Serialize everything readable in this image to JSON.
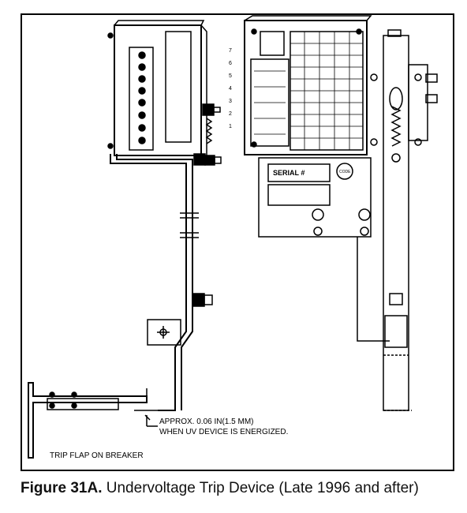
{
  "figure": {
    "number": "Figure 31A.",
    "title": "Undervoltage Trip Device (Late 1996 and after)"
  },
  "labels": {
    "serial": "SERIAL #",
    "code": "CODE",
    "approx_line1": "APPROX. 0.06 IN(1.5 MM)",
    "approx_line2": "WHEN UV DEVICE IS ENERGIZED.",
    "trip_flap": "TRIP FLAP ON BREAKER"
  },
  "scale_numbers": [
    "7",
    "6",
    "5",
    "4",
    "3",
    "2",
    "1"
  ]
}
